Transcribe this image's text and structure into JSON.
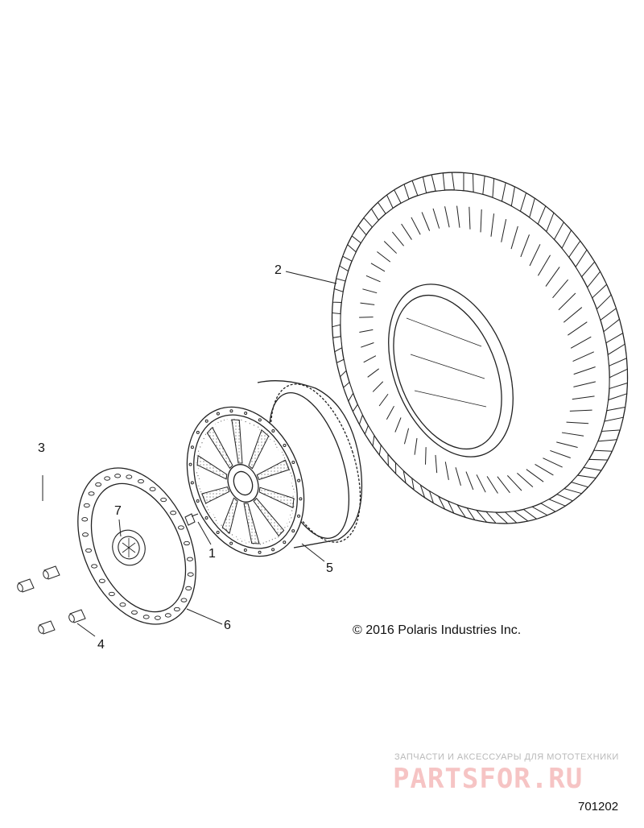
{
  "diagram": {
    "callouts": [
      {
        "id": "1",
        "label": "1"
      },
      {
        "id": "2",
        "label": "2"
      },
      {
        "id": "3",
        "label": "3"
      },
      {
        "id": "4",
        "label": "4"
      },
      {
        "id": "5",
        "label": "5"
      },
      {
        "id": "6",
        "label": "6"
      },
      {
        "id": "7",
        "label": "7"
      }
    ],
    "copyright": "© 2016 Polaris Industries Inc.",
    "figure_number": "701202"
  },
  "watermark": {
    "tagline": "ЗАПЧАСТИ И АКСЕССУАРЫ ДЛЯ МОТОТЕХНИКИ",
    "brand": "PARTSFOR.RU"
  },
  "colors": {
    "line": "#222222",
    "watermark_text": "#f6c4c4",
    "watermark_tagline": "#b9b9b9"
  }
}
